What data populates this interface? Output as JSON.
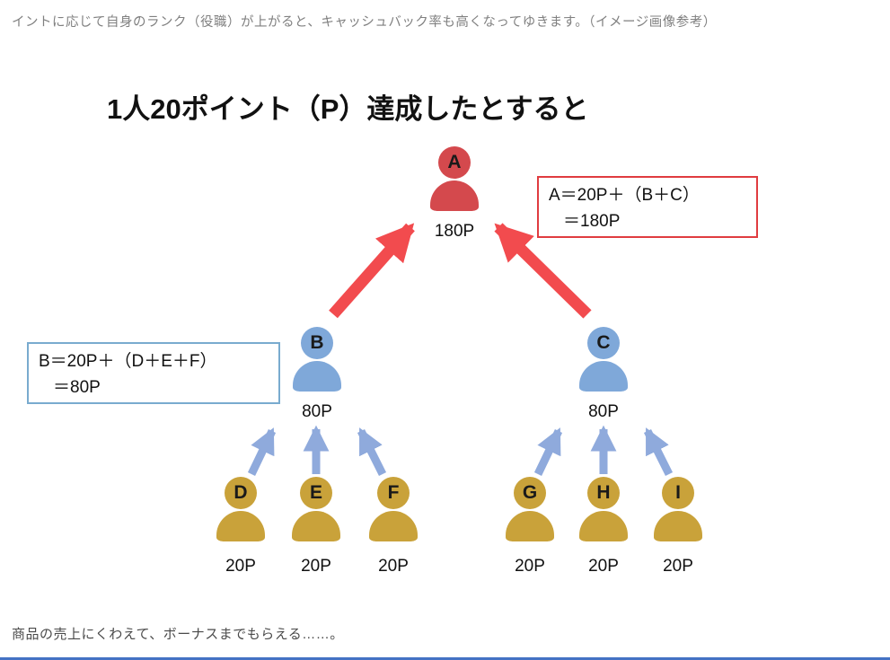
{
  "page": {
    "top_note": "イントに応じて自身のランク（役職）が上がると、キャッシュバック率も高くなってゆきます。（イメージ画像参考）",
    "bottom_note": "商品の売上にくわえて、ボーナスまでもらえる……。"
  },
  "diagram": {
    "title": "1人20ポイント（P）達成したとすると",
    "nodes": {
      "a": {
        "label": "A",
        "points": "180P",
        "color": "red"
      },
      "b": {
        "label": "B",
        "points": "80P",
        "color": "blue"
      },
      "c": {
        "label": "C",
        "points": "80P",
        "color": "blue"
      },
      "d": {
        "label": "D",
        "points": "20P",
        "color": "gold"
      },
      "e": {
        "label": "E",
        "points": "20P",
        "color": "gold"
      },
      "f": {
        "label": "F",
        "points": "20P",
        "color": "gold"
      },
      "g": {
        "label": "G",
        "points": "20P",
        "color": "gold"
      },
      "h": {
        "label": "H",
        "points": "20P",
        "color": "gold"
      },
      "i": {
        "label": "I",
        "points": "20P",
        "color": "gold"
      }
    },
    "edges": [
      {
        "from": "B",
        "to": "A",
        "color": "red"
      },
      {
        "from": "C",
        "to": "A",
        "color": "red"
      },
      {
        "from": "D",
        "to": "B",
        "color": "blue"
      },
      {
        "from": "E",
        "to": "B",
        "color": "blue"
      },
      {
        "from": "F",
        "to": "B",
        "color": "blue"
      },
      {
        "from": "G",
        "to": "C",
        "color": "blue"
      },
      {
        "from": "H",
        "to": "C",
        "color": "blue"
      },
      {
        "from": "I",
        "to": "C",
        "color": "blue"
      }
    ],
    "formula_a": {
      "line1": "A＝20P＋（B＋C）",
      "line2": "＝180P"
    },
    "formula_b": {
      "line1": "B＝20P＋（D＋E＋F）",
      "line2": "＝80P"
    }
  },
  "colors": {
    "person_red": "#D4494D",
    "person_blue": "#7FA8D9",
    "person_gold": "#C9A23A",
    "arrow_red": "#F24B4E",
    "arrow_blue": "#8FAADC",
    "box_border_red": "#E03C40",
    "box_border_blue": "#79ABCF",
    "rule_blue": "#4472C4"
  }
}
